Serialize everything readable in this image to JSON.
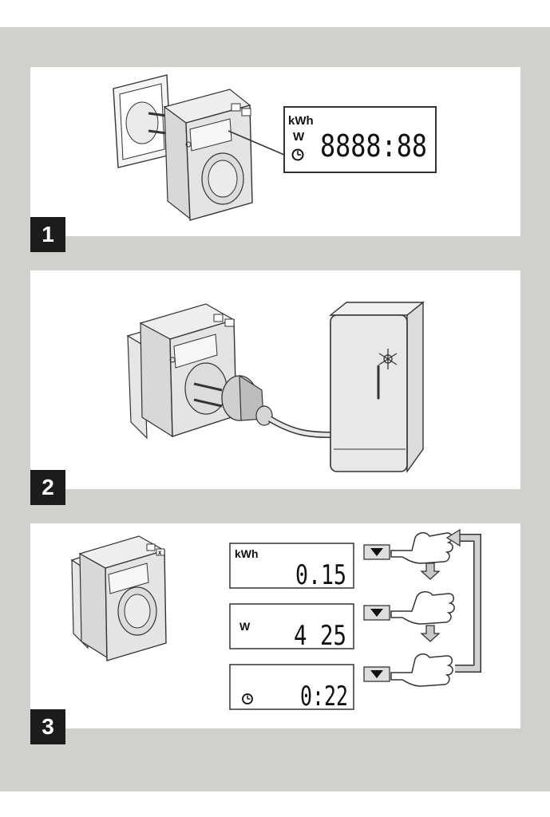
{
  "steps": [
    {
      "number": "1"
    },
    {
      "number": "2"
    },
    {
      "number": "3"
    }
  ],
  "panel1": {
    "display": {
      "kwh_label": "kWh",
      "w_label": "W",
      "clock_icon": "clock-icon",
      "digits": "8888:88"
    }
  },
  "panel3": {
    "readings": [
      {
        "unit": "kWh",
        "value": "0.15"
      },
      {
        "unit": "W",
        "value": "4 25"
      },
      {
        "unit": "",
        "icon": "clock-icon",
        "value": "0:22"
      }
    ],
    "button_icon": "triangle-down-icon",
    "device_button_x": "x"
  },
  "colors": {
    "background": "#d0d0cc",
    "panel": "#ffffff",
    "step_box": "#1c1c1c",
    "device": "#e4e4e4"
  }
}
